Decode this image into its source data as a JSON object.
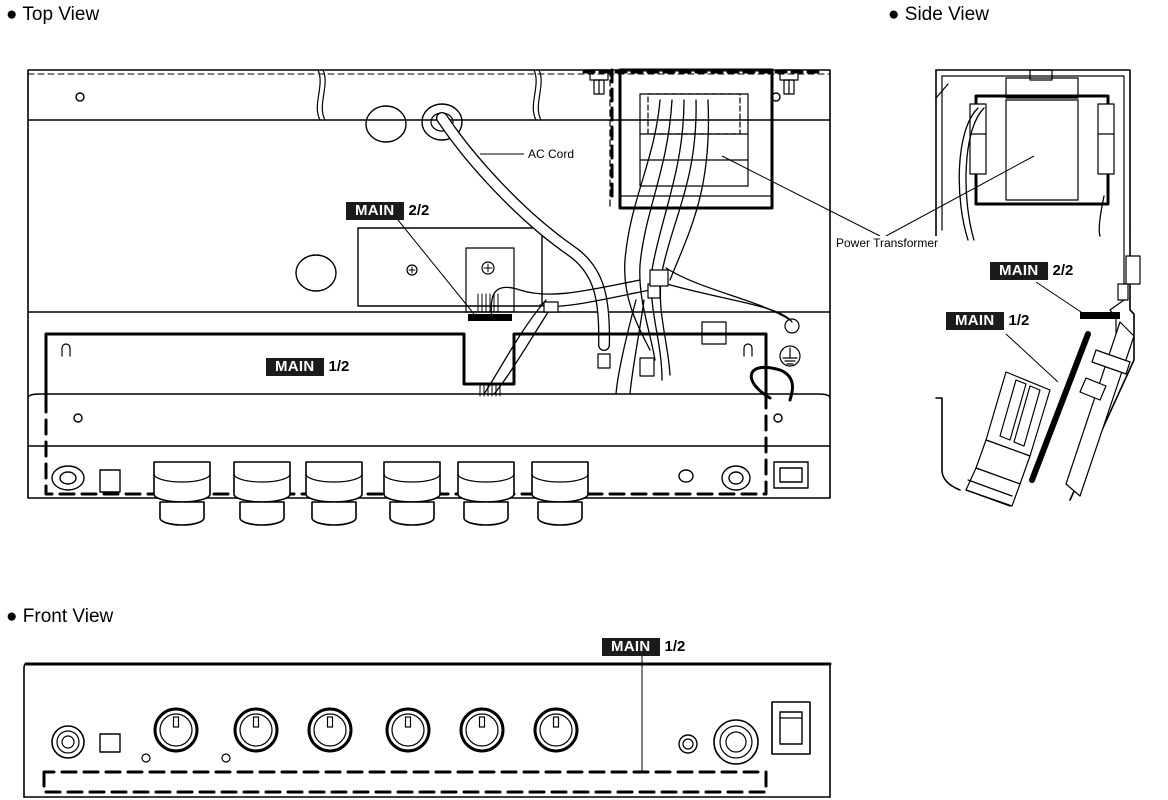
{
  "views": {
    "top": {
      "title": "Top View"
    },
    "side": {
      "title": "Side View"
    },
    "front": {
      "title": "Front View"
    }
  },
  "callouts": {
    "ac_cord": "AC Cord",
    "power_transformer": "Power Transformer"
  },
  "board_tags": {
    "top_main_2": {
      "board": "MAIN",
      "part": "2/2"
    },
    "top_main_1": {
      "board": "MAIN",
      "part": "1/2"
    },
    "side_main_2": {
      "board": "MAIN",
      "part": "2/2"
    },
    "side_main_1": {
      "board": "MAIN",
      "part": "1/2"
    },
    "front_main_1": {
      "board": "MAIN",
      "part": "1/2"
    }
  },
  "bullet": "●",
  "colors": {
    "line": "#000000",
    "tag_background": "#1b1b1b",
    "tag_text": "#ffffff",
    "background": "#ffffff"
  }
}
